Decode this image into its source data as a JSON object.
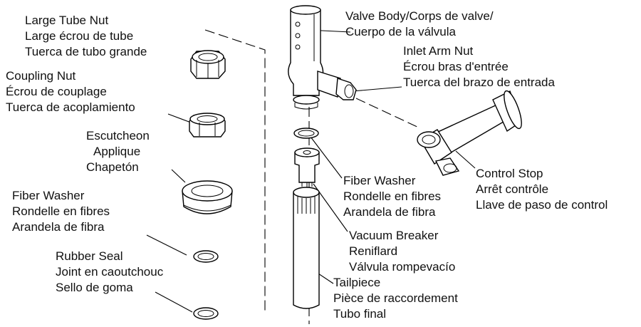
{
  "labels": {
    "large_tube_nut": [
      "Large Tube Nut",
      "Large écrou de tube",
      "Tuerca de tubo grande"
    ],
    "coupling_nut": [
      "Coupling Nut",
      "Écrou de couplage",
      "Tuerca de acoplamiento"
    ],
    "escutcheon": [
      "Escutcheon",
      "Applique",
      "Chapetón"
    ],
    "fiber_washer_left": [
      "Fiber Washer",
      "Rondelle en fibres",
      "Arandela de fibra"
    ],
    "rubber_seal": [
      "Rubber Seal",
      "Joint en caoutchouc",
      "Sello de goma"
    ],
    "valve_body": [
      "Valve Body/Corps de valve/",
      "Cuerpo de la válvula"
    ],
    "inlet_arm_nut": [
      "Inlet Arm Nut",
      "Écrou bras d'entrée",
      "Tuerca del brazo de entrada"
    ],
    "fiber_washer_center": [
      "Fiber Washer",
      "Rondelle en fibres",
      "Arandela de fibra"
    ],
    "control_stop": [
      "Control Stop",
      "Arrêt contrôle",
      "Llave de paso de control"
    ],
    "vacuum_breaker": [
      "Vacuum Breaker",
      "Reniflard",
      "Válvula rompevacío"
    ],
    "tailpiece": [
      "Tailpiece",
      "Pièce de raccordement",
      "Tubo final"
    ]
  }
}
